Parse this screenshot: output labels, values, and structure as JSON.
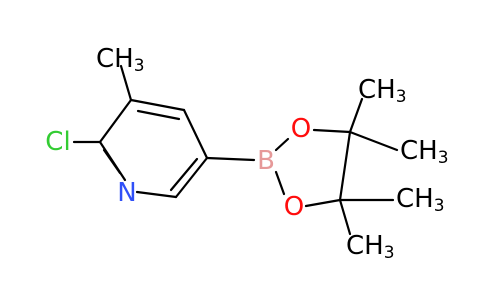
{
  "molecule": {
    "atoms": {
      "cl": {
        "symbol": "Cl",
        "color": "#33cc33"
      },
      "n": {
        "symbol": "N",
        "color": "#3050f8"
      },
      "b": {
        "symbol": "B",
        "color": "#e69999"
      },
      "o_top": {
        "symbol": "O",
        "color": "#ff0d0d"
      },
      "o_bottom": {
        "symbol": "O",
        "color": "#ff0d0d"
      },
      "methyl_ring": {
        "main": "CH",
        "sub": "3",
        "color": "#000000"
      },
      "methyl_1": {
        "main": "CH",
        "sub": "3",
        "color": "#000000"
      },
      "methyl_2": {
        "main": "CH",
        "sub": "3",
        "color": "#000000"
      },
      "methyl_3": {
        "main": "CH",
        "sub": "3",
        "color": "#000000"
      },
      "methyl_4": {
        "main": "CH",
        "sub": "3",
        "color": "#000000"
      }
    }
  }
}
